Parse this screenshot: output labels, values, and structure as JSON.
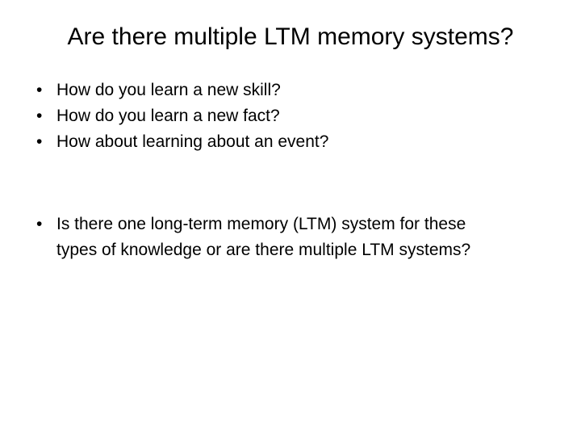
{
  "slide": {
    "background_color": "#ffffff",
    "text_color": "#000000",
    "title": "Are there multiple LTM memory systems?",
    "bullet_marker": "•",
    "bullets": [
      "How do you learn a new skill?",
      "How do you learn a new fact?",
      "How about learning about an event?"
    ],
    "question_bullet": {
      "lines": [
        "Is there one long-term memory (LTM) system for these",
        "types of knowledge or are there multiple LTM systems?"
      ]
    }
  }
}
